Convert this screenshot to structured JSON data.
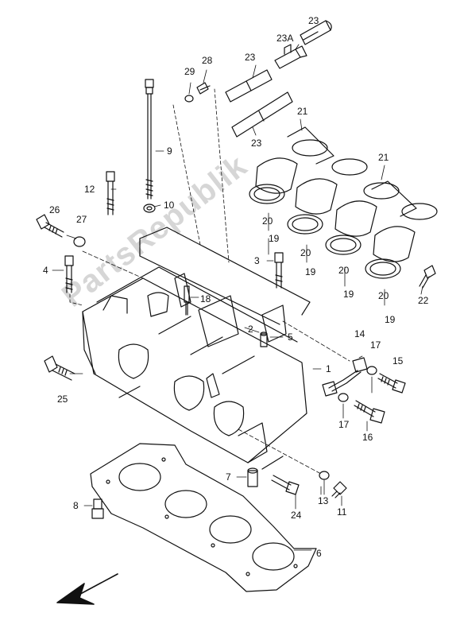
{
  "watermark": "PartsRepublik",
  "callouts": [
    {
      "id": "c23a",
      "text": "23"
    },
    {
      "id": "c23A",
      "text": "23A"
    },
    {
      "id": "c23b",
      "text": "23"
    },
    {
      "id": "c23c",
      "text": "23"
    },
    {
      "id": "c29",
      "text": "29"
    },
    {
      "id": "c28",
      "text": "28"
    },
    {
      "id": "c21a",
      "text": "21"
    },
    {
      "id": "c21b",
      "text": "21"
    },
    {
      "id": "c9",
      "text": "9"
    },
    {
      "id": "c12",
      "text": "12"
    },
    {
      "id": "c10",
      "text": "10"
    },
    {
      "id": "c26",
      "text": "26"
    },
    {
      "id": "c27",
      "text": "27"
    },
    {
      "id": "c20a",
      "text": "20"
    },
    {
      "id": "c19a",
      "text": "19"
    },
    {
      "id": "c20b",
      "text": "20"
    },
    {
      "id": "c19b",
      "text": "19"
    },
    {
      "id": "c20c",
      "text": "20"
    },
    {
      "id": "c19c",
      "text": "19"
    },
    {
      "id": "c20d",
      "text": "20"
    },
    {
      "id": "c19d",
      "text": "19"
    },
    {
      "id": "c22",
      "text": "22"
    },
    {
      "id": "c4",
      "text": "4"
    },
    {
      "id": "c3",
      "text": "3"
    },
    {
      "id": "c18",
      "text": "18"
    },
    {
      "id": "c2",
      "text": "2"
    },
    {
      "id": "c5",
      "text": "5"
    },
    {
      "id": "c14",
      "text": "14"
    },
    {
      "id": "c17a",
      "text": "17"
    },
    {
      "id": "c15",
      "text": "15"
    },
    {
      "id": "c1",
      "text": "1"
    },
    {
      "id": "c25",
      "text": "25"
    },
    {
      "id": "c17b",
      "text": "17"
    },
    {
      "id": "c16",
      "text": "16"
    },
    {
      "id": "c7",
      "text": "7"
    },
    {
      "id": "c8",
      "text": "8"
    },
    {
      "id": "c13",
      "text": "13"
    },
    {
      "id": "c11",
      "text": "11"
    },
    {
      "id": "c24",
      "text": "24"
    },
    {
      "id": "c6",
      "text": "6"
    }
  ]
}
